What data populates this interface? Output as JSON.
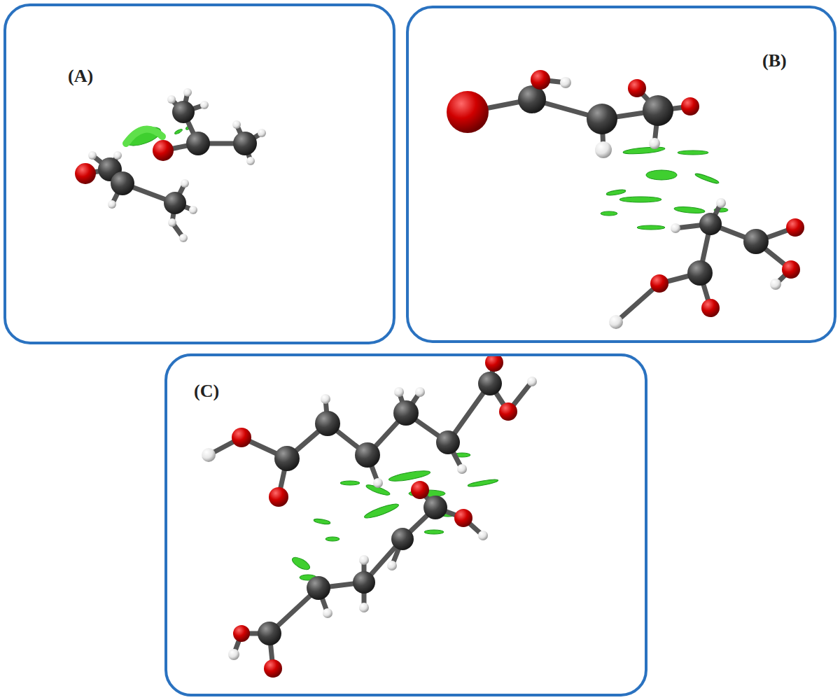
{
  "diagram": {
    "nodes": [
      {
        "text": [
          "(A)"
        ]
      },
      {
        "text": [
          "(B)"
        ]
      },
      {
        "text": [
          "(C)"
        ]
      }
    ]
  }
}
